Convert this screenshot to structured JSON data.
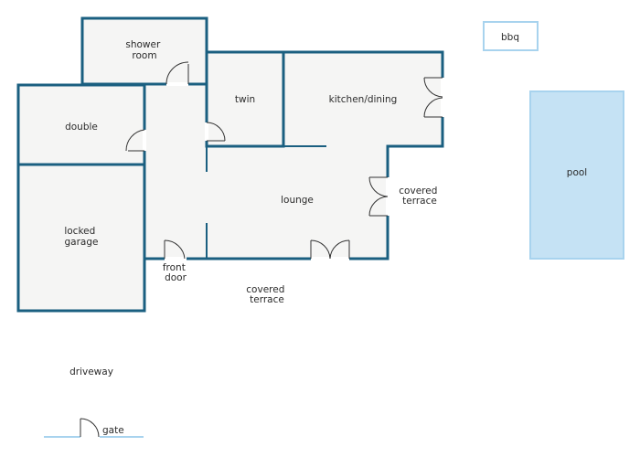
{
  "colors": {
    "wall": "#1a5f80",
    "floor": "#f5f5f4",
    "pool_fill": "#c5e2f4",
    "pool_stroke": "#a8d3ee",
    "bbq_stroke": "#a8d3ee",
    "boundary": "#a8d3ee",
    "door": "#333333"
  },
  "rooms": {
    "shower_room": [
      "shower",
      "room"
    ],
    "double": [
      "double"
    ],
    "twin": [
      "twin"
    ],
    "kitchen_dining": [
      "kitchen/dining"
    ],
    "lounge": [
      "lounge"
    ],
    "locked_garage": [
      "locked",
      "garage"
    ]
  },
  "outside": {
    "bbq": [
      "bbq"
    ],
    "pool": [
      "pool"
    ],
    "covered_terrace_right": [
      "covered",
      "terrace"
    ],
    "front_door": [
      "front",
      "door"
    ],
    "covered_terrace_front": [
      "covered",
      "terrace"
    ],
    "driveway": [
      "driveway"
    ],
    "gate": [
      "gate"
    ]
  }
}
